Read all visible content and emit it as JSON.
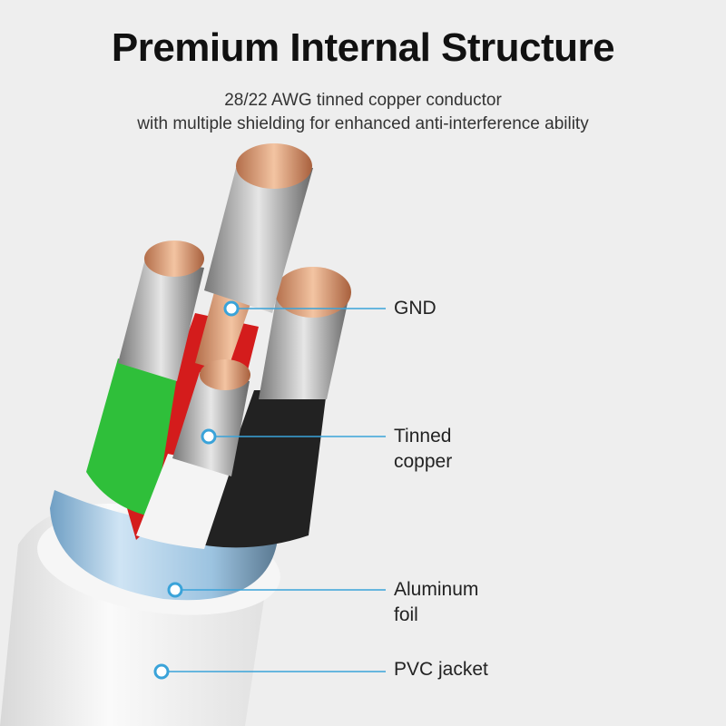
{
  "header": {
    "title": "Premium Internal Structure",
    "subtitle_line1": "28/22 AWG tinned copper conductor",
    "subtitle_line2": "with multiple shielding for enhanced anti-interference ability"
  },
  "callouts": {
    "gnd": "GND",
    "tinned_line1": "Tinned",
    "tinned_line2": "copper",
    "foil_line1": "Aluminum",
    "foil_line2": "foil",
    "jacket": "PVC jacket"
  },
  "colors": {
    "callout_line": "#3aa3d9",
    "foil": "#8fb8d8",
    "wire_green": "#2fbf3a",
    "wire_red": "#d41c1c",
    "wire_black": "#1e1e1e",
    "wire_white": "#f4f4f4",
    "copper": "#d9a27a"
  }
}
